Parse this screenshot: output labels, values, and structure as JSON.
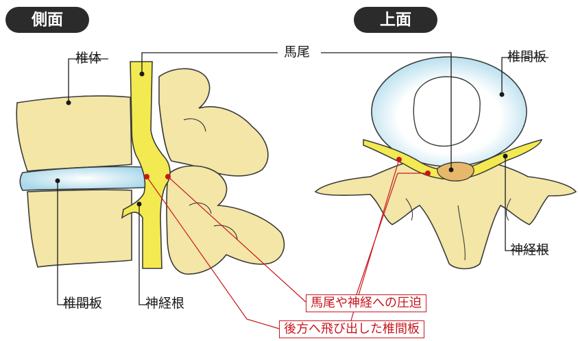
{
  "views": {
    "side": "側面",
    "top": "上面"
  },
  "labels": {
    "vertebral_body": "椎体",
    "cauda_equina": "馬尾",
    "disc_side": "椎間板",
    "nerve_root_side": "神経根",
    "disc_top": "椎間板",
    "nerve_root_top": "神経根"
  },
  "callouts": {
    "compression": "馬尾や神経への圧迫",
    "herniated_disc": "後方へ飛び出した椎間板"
  },
  "colors": {
    "bone": "#f3e6a6",
    "bone_outline": "#3a3a3a",
    "nerve": "#f2ea50",
    "disc": "#a8d8ea",
    "herniation": "#e8b86a",
    "marker": "#c8161d",
    "pill": "#2b2b2b"
  }
}
